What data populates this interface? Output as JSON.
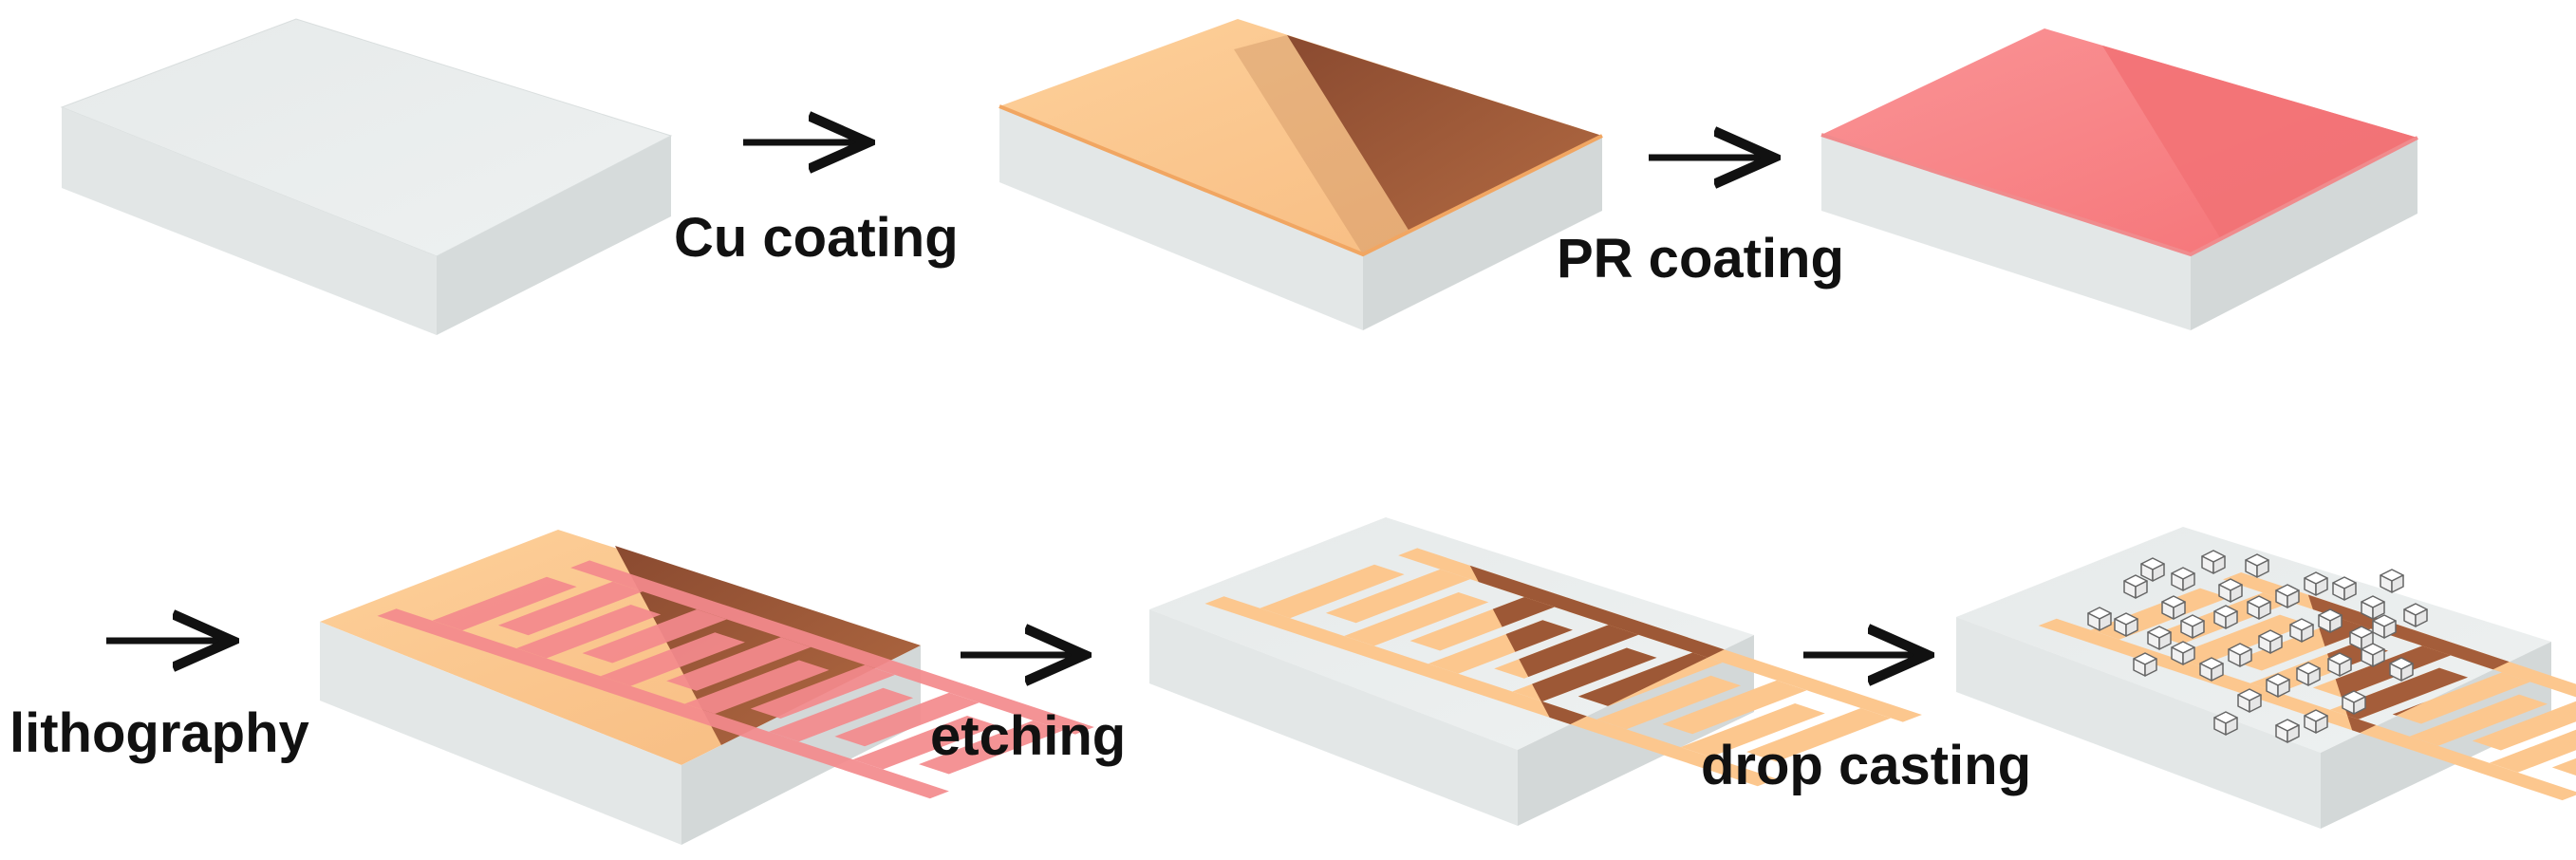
{
  "steps": [
    {
      "id": "substrate",
      "label": ""
    },
    {
      "id": "cu",
      "label": "Cu coating"
    },
    {
      "id": "pr",
      "label": "PR coating"
    },
    {
      "id": "litho",
      "label": "lithography"
    },
    {
      "id": "etch",
      "label": "etching"
    },
    {
      "id": "drop",
      "label": "drop casting"
    }
  ],
  "colors": {
    "substrate_top": "#e8ecec",
    "substrate_side": "#dfe3e3",
    "copper_light": "#fcc78e",
    "copper_dark": "#96563a",
    "photoresist": "#f27b7f",
    "crystal_stroke": "#666666",
    "arrow": "#111111"
  }
}
